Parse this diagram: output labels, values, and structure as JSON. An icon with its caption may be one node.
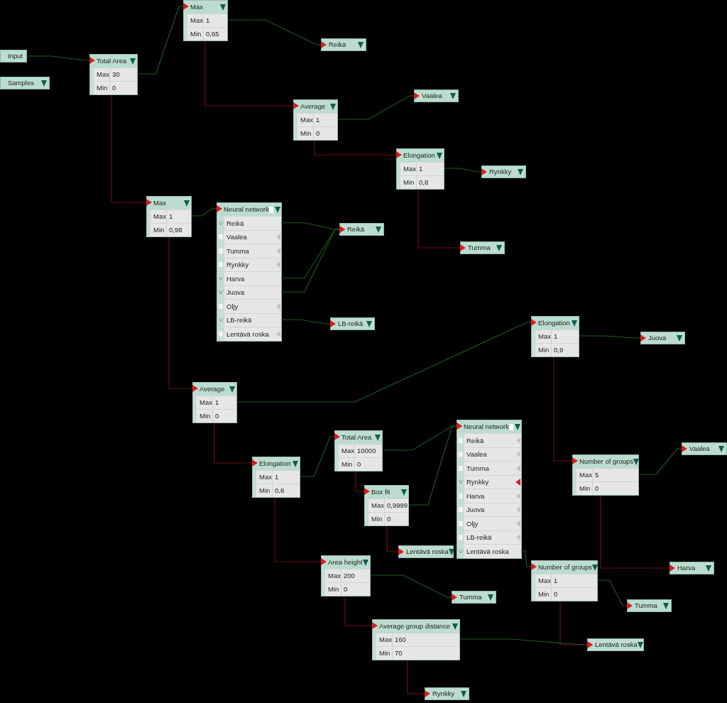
{
  "diagram": {
    "nodes": [
      {
        "text": [
          "Input"
        ]
      },
      {
        "text": [
          "Samples"
        ]
      },
      {
        "text": [
          "Total Area",
          "Max",
          "30",
          "Min",
          "0"
        ]
      },
      {
        "text": [
          "Max",
          "Max",
          "1",
          "Min",
          "0,65"
        ]
      },
      {
        "text": [
          "Reikä"
        ]
      },
      {
        "text": [
          "Average",
          "Max",
          "1",
          "Min",
          "0"
        ]
      },
      {
        "text": [
          "Vaalea"
        ]
      },
      {
        "text": [
          "Elongation",
          "Max",
          "1",
          "Min",
          "0,8"
        ]
      },
      {
        "text": [
          "Rynkky"
        ]
      },
      {
        "text": [
          "Tumma"
        ]
      },
      {
        "text": [
          "Max",
          "Max",
          "1",
          "Min",
          "0,98"
        ]
      },
      {
        "text": [
          "Neural network"
        ]
      },
      {
        "text": [
          "Reikä"
        ],
        "in": 11
      },
      {
        "text": [
          "Vaalea"
        ],
        "in": 11
      },
      {
        "text": [
          "Tumma"
        ],
        "in": 11
      },
      {
        "text": [
          "Rynkky"
        ],
        "in": 11
      },
      {
        "text": [
          "Harva"
        ],
        "in": 11
      },
      {
        "text": [
          "Juova"
        ],
        "in": 11
      },
      {
        "text": [
          "Oljy"
        ],
        "in": 11
      },
      {
        "text": [
          "LB-reikä"
        ],
        "in": 11
      },
      {
        "text": [
          "Lentävä roska"
        ],
        "in": 11
      },
      {
        "text": [
          "Reikä"
        ]
      },
      {
        "text": [
          "LB-reikä"
        ]
      },
      {
        "text": [
          "Average",
          "Max",
          "1",
          "Min",
          "0"
        ]
      },
      {
        "text": [
          "Elongation",
          "Max",
          "1",
          "Min",
          "0,9"
        ]
      },
      {
        "text": [
          "Juova"
        ]
      },
      {
        "text": [
          "Elongation",
          "Max",
          "1",
          "Min",
          "0,8"
        ]
      },
      {
        "text": [
          "Total Area",
          "Max",
          "10000",
          "Min",
          "0"
        ]
      },
      {
        "text": [
          "Box fit",
          "Max",
          "0,9999",
          "Min",
          "0"
        ]
      },
      {
        "text": [
          "Neural network"
        ]
      },
      {
        "text": [
          "Reikä"
        ],
        "in": 29
      },
      {
        "text": [
          "Vaalea"
        ],
        "in": 29
      },
      {
        "text": [
          "Tumma"
        ],
        "in": 29
      },
      {
        "text": [
          "Rynkky"
        ],
        "in": 29
      },
      {
        "text": [
          "Harva"
        ],
        "in": 29
      },
      {
        "text": [
          "Juova"
        ],
        "in": 29
      },
      {
        "text": [
          "Oljy"
        ],
        "in": 29
      },
      {
        "text": [
          "LB-reikä"
        ],
        "in": 29
      },
      {
        "text": [
          "Lentävä roska"
        ],
        "in": 29
      },
      {
        "text": [
          "Lentävä roska"
        ]
      },
      {
        "text": [
          "Number of groups",
          "Max",
          "5",
          "Min",
          "0"
        ]
      },
      {
        "text": [
          "Vaalea"
        ]
      },
      {
        "text": [
          "Harva"
        ]
      },
      {
        "text": [
          "Number of groups",
          "Max",
          "1",
          "Min",
          "0"
        ]
      },
      {
        "text": [
          "Tumma"
        ]
      },
      {
        "text": [
          "Area height",
          "Max",
          "200",
          "Min",
          "0"
        ]
      },
      {
        "text": [
          "Tumma"
        ]
      },
      {
        "text": [
          "Average group distance",
          "Max",
          "160",
          "Min",
          "70"
        ]
      },
      {
        "text": [
          "Lentävä roska"
        ]
      },
      {
        "text": [
          "Rynkky"
        ]
      }
    ],
    "edges": [
      {
        "from": 0,
        "to": 2,
        "arrow": "to"
      },
      {
        "from": 2,
        "to": 3,
        "arrow": "to"
      },
      {
        "from": 2,
        "to": 10,
        "arrow": "to",
        "color": "#6b1010"
      },
      {
        "from": 3,
        "to": 4,
        "arrow": "to"
      },
      {
        "from": 3,
        "to": 5,
        "arrow": "to",
        "color": "#6b1010"
      },
      {
        "from": 5,
        "to": 6,
        "arrow": "to"
      },
      {
        "from": 5,
        "to": 7,
        "arrow": "to",
        "color": "#6b1010"
      },
      {
        "from": 7,
        "to": 8,
        "arrow": "to"
      },
      {
        "from": 7,
        "to": 9,
        "arrow": "to",
        "color": "#6b1010"
      },
      {
        "from": 10,
        "to": 11,
        "arrow": "to"
      },
      {
        "from": 10,
        "to": 23,
        "arrow": "to",
        "color": "#6b1010"
      },
      {
        "from": 12,
        "to": 21,
        "arrow": "to"
      },
      {
        "from": 16,
        "to": 21,
        "arrow": "to"
      },
      {
        "from": 17,
        "to": 21,
        "arrow": "to"
      },
      {
        "from": 19,
        "to": 22,
        "arrow": "to"
      },
      {
        "from": 23,
        "to": 24,
        "arrow": "to"
      },
      {
        "from": 23,
        "to": 26,
        "arrow": "to",
        "color": "#6b1010"
      },
      {
        "from": 24,
        "to": 25,
        "arrow": "to"
      },
      {
        "from": 24,
        "to": 40,
        "arrow": "to",
        "color": "#6b1010"
      },
      {
        "from": 26,
        "to": 27,
        "arrow": "to"
      },
      {
        "from": 26,
        "to": 45,
        "arrow": "to",
        "color": "#6b1010"
      },
      {
        "from": 27,
        "to": 29,
        "arrow": "to"
      },
      {
        "from": 27,
        "to": 28,
        "arrow": "to",
        "color": "#6b1010"
      },
      {
        "from": 28,
        "to": 29,
        "arrow": "to"
      },
      {
        "from": 28,
        "to": 39,
        "arrow": "to",
        "color": "#6b1010"
      },
      {
        "from": 38,
        "to": 43,
        "arrow": "to"
      },
      {
        "from": 40,
        "to": 41,
        "arrow": "to"
      },
      {
        "from": 40,
        "to": 42,
        "arrow": "to",
        "color": "#6b1010"
      },
      {
        "from": 43,
        "to": 44,
        "arrow": "to"
      },
      {
        "from": 43,
        "to": 48,
        "arrow": "to",
        "color": "#6b1010"
      },
      {
        "from": 45,
        "to": 46,
        "arrow": "to"
      },
      {
        "from": 45,
        "to": 47,
        "arrow": "to",
        "color": "#6b1010"
      },
      {
        "from": 47,
        "to": 48,
        "arrow": "to"
      },
      {
        "from": 47,
        "to": 49,
        "arrow": "to",
        "color": "#6b1010"
      }
    ]
  }
}
